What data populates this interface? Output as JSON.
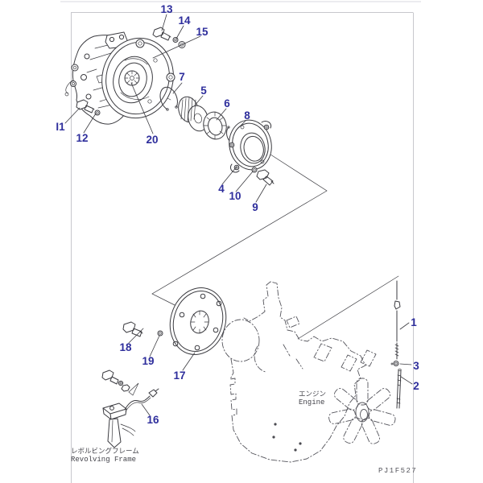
{
  "drawing": {
    "code": "PJ1F527",
    "colors": {
      "callout": "#2e2e9c",
      "line": "#3b3b40",
      "phantom": "#55555c",
      "border": "#c8c8cd",
      "background": "#ffffff"
    },
    "captions": {
      "engine_jp": "エンジン",
      "engine_en": "Engine",
      "revolving_frame_jp": "レボルビングフレーム",
      "revolving_frame_en": "Revolving Frame"
    },
    "callouts": {
      "c1": {
        "text": "1"
      },
      "c2": {
        "text": "2"
      },
      "c3": {
        "text": "3"
      },
      "c4": {
        "text": "4"
      },
      "c5": {
        "text": "5"
      },
      "c6": {
        "text": "6"
      },
      "c7": {
        "text": "7"
      },
      "c8": {
        "text": "8"
      },
      "c9": {
        "text": "9"
      },
      "c10": {
        "text": "10"
      },
      "c11": {
        "text": "I1"
      },
      "c12": {
        "text": "12"
      },
      "c13": {
        "text": "13"
      },
      "c14": {
        "text": "14"
      },
      "c15": {
        "text": "15"
      },
      "c16": {
        "text": "16"
      },
      "c17": {
        "text": "17"
      },
      "c18": {
        "text": "18"
      },
      "c19": {
        "text": "19"
      },
      "c20": {
        "text": "20"
      }
    }
  }
}
